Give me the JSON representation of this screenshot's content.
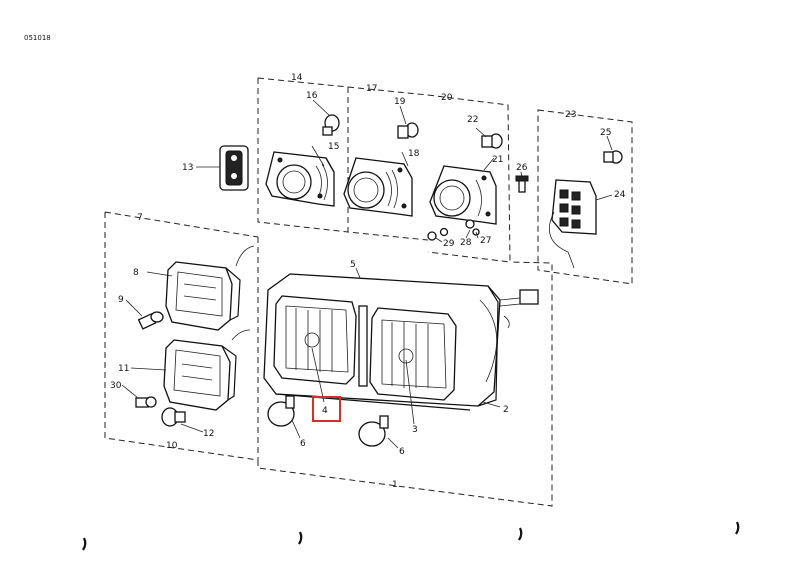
{
  "doc_code": "051018",
  "highlight": {
    "label": "4",
    "color": "#e02a2a"
  },
  "labels": {
    "l1": "1",
    "l2": "2",
    "l3": "3",
    "l4": "4",
    "l5": "5",
    "l6a": "6",
    "l6b": "6",
    "l7": "7",
    "l8": "8",
    "l9": "9",
    "l10": "10",
    "l11": "11",
    "l12": "12",
    "l13": "13",
    "l14": "14",
    "l15": "15",
    "l16": "16",
    "l17": "17",
    "l18": "18",
    "l19": "19",
    "l20": "20",
    "l21": "21",
    "l22": "22",
    "l23": "23",
    "l24": "24",
    "l25": "25",
    "l26": "26",
    "l27": "27",
    "l28": "28",
    "l29": "29",
    "l30": "30"
  }
}
